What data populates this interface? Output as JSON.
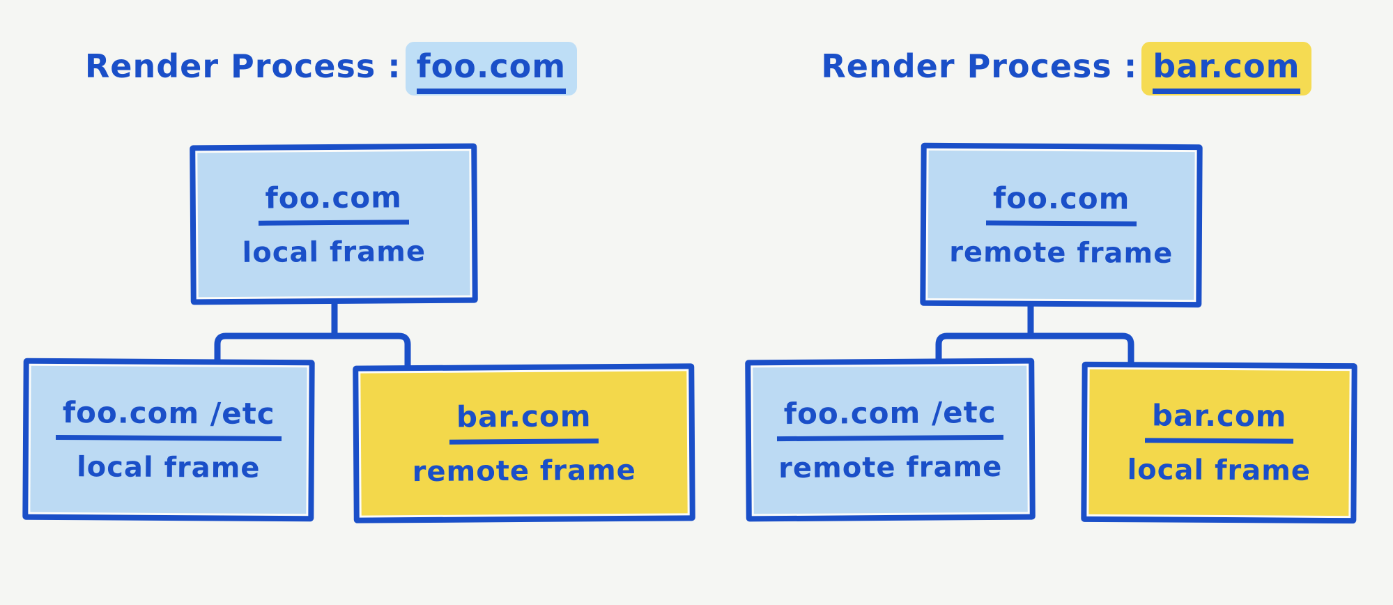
{
  "colors": {
    "ink": "#1a4fc8",
    "blue_fill": "#bcdaf3",
    "yellow_fill": "#f3d84b",
    "blue_highlight": "#bedef6",
    "yellow_highlight": "#f5db52",
    "background": "#f5f6f3"
  },
  "diagram_type": "site-isolation render process frame trees",
  "panels": [
    {
      "title": {
        "prefix": "Render Process :",
        "domain": "foo.com",
        "highlight": "blue"
      },
      "root": {
        "domain": "foo.com",
        "frame": "local frame",
        "fill": "blue"
      },
      "children": [
        {
          "domain": "foo.com /etc",
          "frame": "local frame",
          "fill": "blue"
        },
        {
          "domain": "bar.com",
          "frame": "remote frame",
          "fill": "yellow"
        }
      ]
    },
    {
      "title": {
        "prefix": "Render Process :",
        "domain": "bar.com",
        "highlight": "yellow"
      },
      "root": {
        "domain": "foo.com",
        "frame": "remote frame",
        "fill": "blue"
      },
      "children": [
        {
          "domain": "foo.com /etc",
          "frame": "remote frame",
          "fill": "blue"
        },
        {
          "domain": "bar.com",
          "frame": "local frame",
          "fill": "yellow"
        }
      ]
    }
  ]
}
